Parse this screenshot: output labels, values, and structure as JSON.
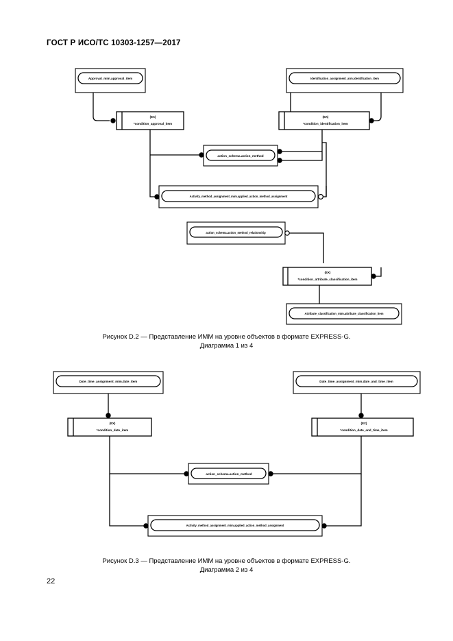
{
  "document": {
    "header": "ГОСТ Р ИСО/ТС 10303-1257—2017",
    "page_number": "22"
  },
  "figures": [
    {
      "id": "D.2",
      "caption_line1": "Рисунок D.2 — Представление ИММ на уровне объектов в формате EXPRESS-G.",
      "caption_line2": "Диаграмма 1 из 4",
      "nodes": {
        "approval_mim": "Approval_mim.approval_item",
        "condition_approval": "*condition_approval_item",
        "identification_arm": "Identification_assignment_arm.identification_item",
        "condition_identification": "*condition_identification_item",
        "action_method": "action_schema.action_method",
        "applied_assignment": "Activity_method_assignment_mim.applied_action_method_assignment",
        "method_relationship": "action_schema.action_method_relationship",
        "condition_attr_class": "*condition_attribute_classification_item",
        "attribute_classification": "Attribute_classification_mim.attribute_classification_item"
      },
      "ex_tag": "(EX)"
    },
    {
      "id": "D.3",
      "caption_line1": "Рисунок D.3 — Представление ИММ на уровне объектов в формате EXPRESS-G.",
      "caption_line2": "Диаграмма 2 из 4",
      "nodes": {
        "date_time_date_item": "Date_time_assignment_mim.date_item",
        "date_time_date_and_time_item": "Date_time_assignment_mim.date_and_time_item",
        "condition_date_item": "*condition_date_item",
        "condition_date_and_time_item": "*condition_date_and_time_item",
        "action_method": "action_schema.action_method",
        "applied_assignment": "Activity_method_assignment_mim.applied_action_method_assignment"
      },
      "ex_tag": "(EX)"
    }
  ]
}
